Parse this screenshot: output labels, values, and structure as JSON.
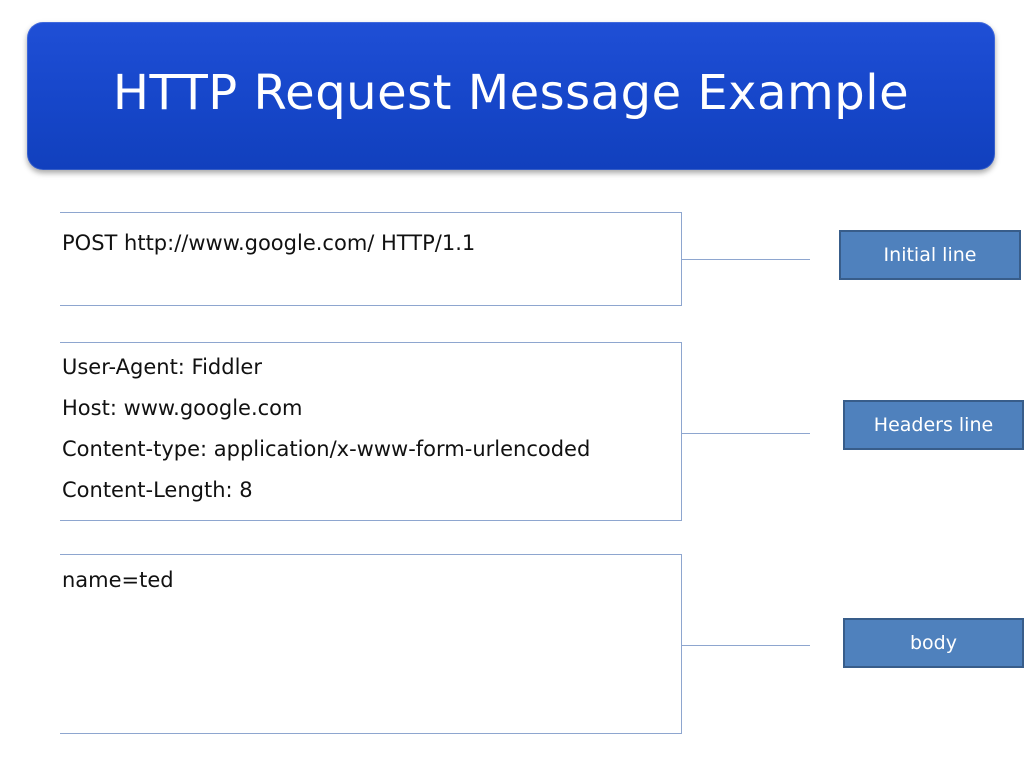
{
  "title": "HTTP Request Message Example",
  "sections": {
    "initial": {
      "lines": [
        "POST http://www.google.com/ HTTP/1.1"
      ],
      "label": "Initial line"
    },
    "headers": {
      "lines": [
        "User-Agent: Fiddler",
        "Host: www.google.com",
        "Content-type: application/x-www-form-urlencoded",
        "Content-Length: 8"
      ],
      "label": "Headers line"
    },
    "body": {
      "lines": [
        "name=ted"
      ],
      "label": "body"
    }
  },
  "colors": {
    "banner": "#1646c9",
    "label_fill": "#4f81bd",
    "label_border": "#385d8a",
    "box_line": "#8ea6cf"
  }
}
